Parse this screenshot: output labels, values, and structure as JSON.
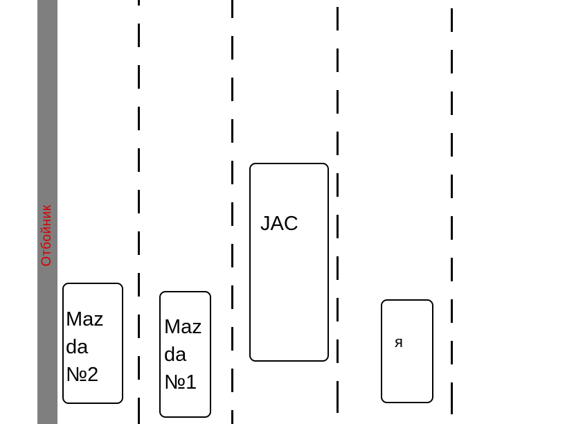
{
  "diagram": {
    "barrier": {
      "label": "Отбойник",
      "fill_color": "#7f7f7f",
      "label_color": "#d40000"
    },
    "vehicles": [
      {
        "id": "mazda2",
        "label": "Maz\nda\n№2"
      },
      {
        "id": "mazda1",
        "label": "Maz\nda\n№1"
      },
      {
        "id": "jac",
        "label": "JAC"
      },
      {
        "id": "me",
        "label": "я"
      }
    ],
    "line_color": "#000000"
  }
}
